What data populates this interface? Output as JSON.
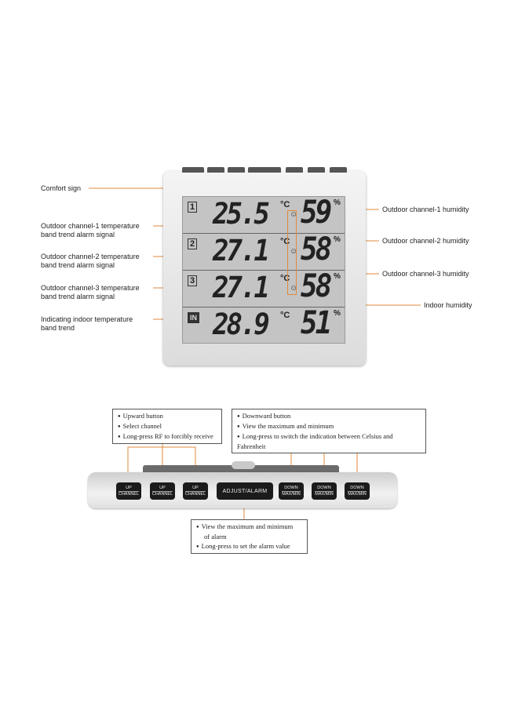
{
  "display": {
    "rows": [
      {
        "channel": "1",
        "temperature": "25.5",
        "unit": "°C",
        "humidity": "59",
        "humidity_unit": "%"
      },
      {
        "channel": "2",
        "temperature": "27.1",
        "unit": "°C",
        "humidity": "58",
        "humidity_unit": "%"
      },
      {
        "channel": "3",
        "temperature": "27.1",
        "unit": "°C",
        "humidity": "58",
        "humidity_unit": "%"
      },
      {
        "channel": "IN",
        "temperature": "28.9",
        "unit": "°C",
        "humidity": "51",
        "humidity_unit": "%"
      }
    ]
  },
  "labels_left": {
    "comfort_sign": "Comfort sign",
    "ch1_line1": "Outdoor channel-1 temperature",
    "ch1_line2": "band trend alarm signal",
    "ch2_line1": "Outdoor channel-2 temperature",
    "ch2_line2": "band trend alarm signal",
    "ch3_line1": "Outdoor channel-3 temperature",
    "ch3_line2": "band trend alarm signal",
    "indoor_line1": "Indicating indoor temperature",
    "indoor_line2": "band trend"
  },
  "labels_right": {
    "ch1_humidity": "Outdoor channel-1 humidity",
    "ch2_humidity": "Outdoor channel-2 humidity",
    "ch3_humidity": "Outdoor channel-3 humidity",
    "indoor_humidity": "Indoor humidity"
  },
  "callouts": {
    "up": [
      "Upward button",
      "Select channel",
      "Long-press RF to forcibly receive"
    ],
    "down": [
      "Downward button",
      "View the maximum and minimum",
      "Long-press to switch the indication between Celsius  and Fahrenheit"
    ],
    "adjust_line1": "View the maximum and minimum",
    "adjust_line2": "of alarm",
    "adjust_line3": "Long-press to set the alarm value"
  },
  "buttons": {
    "up_top": "UP",
    "up_bottom": "CHANNEL",
    "adjust": "ADJUST/ALARM",
    "down_top": "DOWN",
    "down_bottom": "MAX/MIN"
  },
  "colors": {
    "leader_line": "#e08a3c",
    "lcd": "#c4c4c4"
  }
}
